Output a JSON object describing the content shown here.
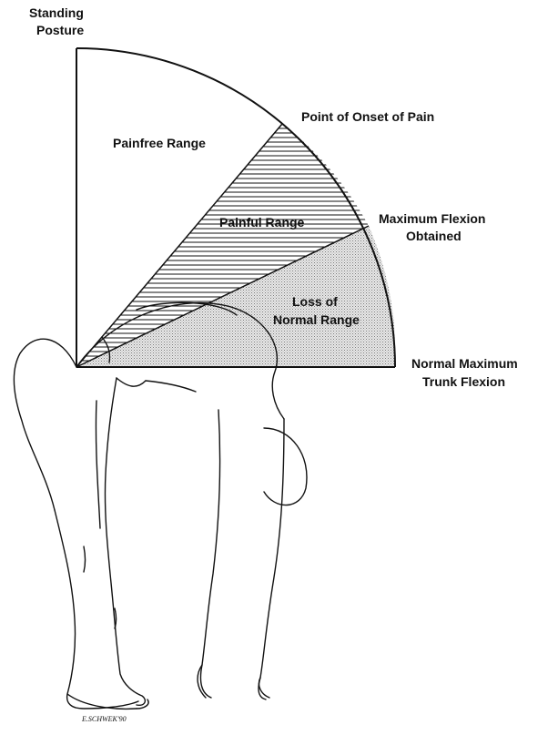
{
  "labels": {
    "standing_posture": [
      "Standing",
      "Posture"
    ],
    "onset_of_pain": "Point of Onset of Pain",
    "painfree_range": "Painfree Range",
    "painful_range": "Painful Range",
    "max_flexion": [
      "Maximum Flexion",
      "Obtained"
    ],
    "loss_of_normal": [
      "Loss of",
      "Normal Range"
    ],
    "normal_max": [
      "Normal Maximum",
      "Trunk Flexion"
    ]
  },
  "signature": "E.SCHWEK'90"
}
